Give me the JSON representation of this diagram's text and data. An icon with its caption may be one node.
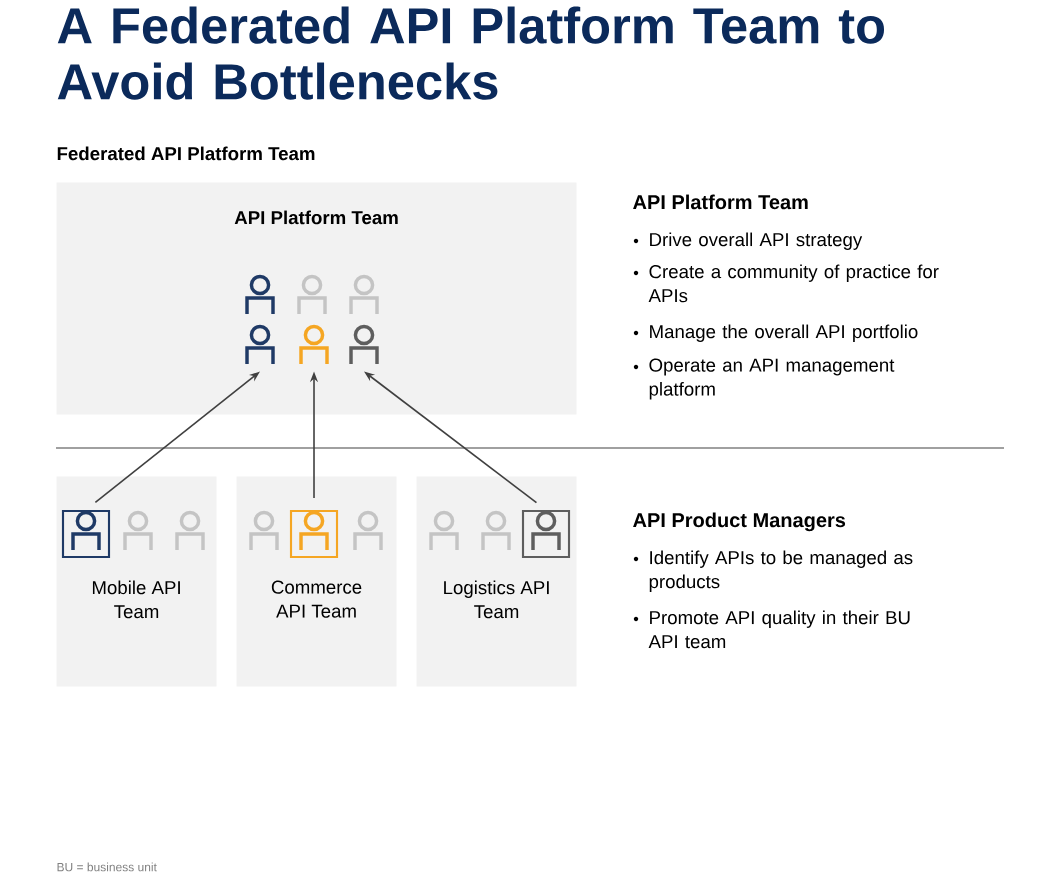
{
  "diagram": {
    "title": "A Federated API Platform Team to Avoid Bottlenecks",
    "nodes": [
      {
        "text": [
          "API Platform Team"
        ]
      },
      {
        "text": [],
        "shape": "person",
        "in": 0
      },
      {
        "text": [],
        "shape": "person",
        "in": 0
      },
      {
        "text": [],
        "shape": "person",
        "in": 0
      },
      {
        "text": [
          "Mobile API Team"
        ]
      },
      {
        "text": [],
        "shape": "person",
        "in": 4
      },
      {
        "text": [
          "Commerce API Team"
        ]
      },
      {
        "text": [],
        "shape": "person",
        "in": 6
      },
      {
        "text": [
          "Logistics API Team"
        ]
      },
      {
        "text": [],
        "shape": "person",
        "in": 8
      }
    ],
    "edges": [
      {
        "from": 5,
        "to": 1,
        "arrow": "to"
      },
      {
        "from": 7,
        "to": 2,
        "arrow": "to"
      },
      {
        "from": 9,
        "to": 3,
        "arrow": "to"
      }
    ],
    "labels": [
      "Federated API Platform Team",
      "API Platform Team",
      "Drive overall API strategy",
      "Create a community of practice for APIs",
      "Manage the overall API portfolio",
      "Operate an API management platform",
      "API Product Managers",
      "Identify APIs to be managed as products",
      "Promote API quality in their BU API team",
      "BU = business unit"
    ]
  }
}
